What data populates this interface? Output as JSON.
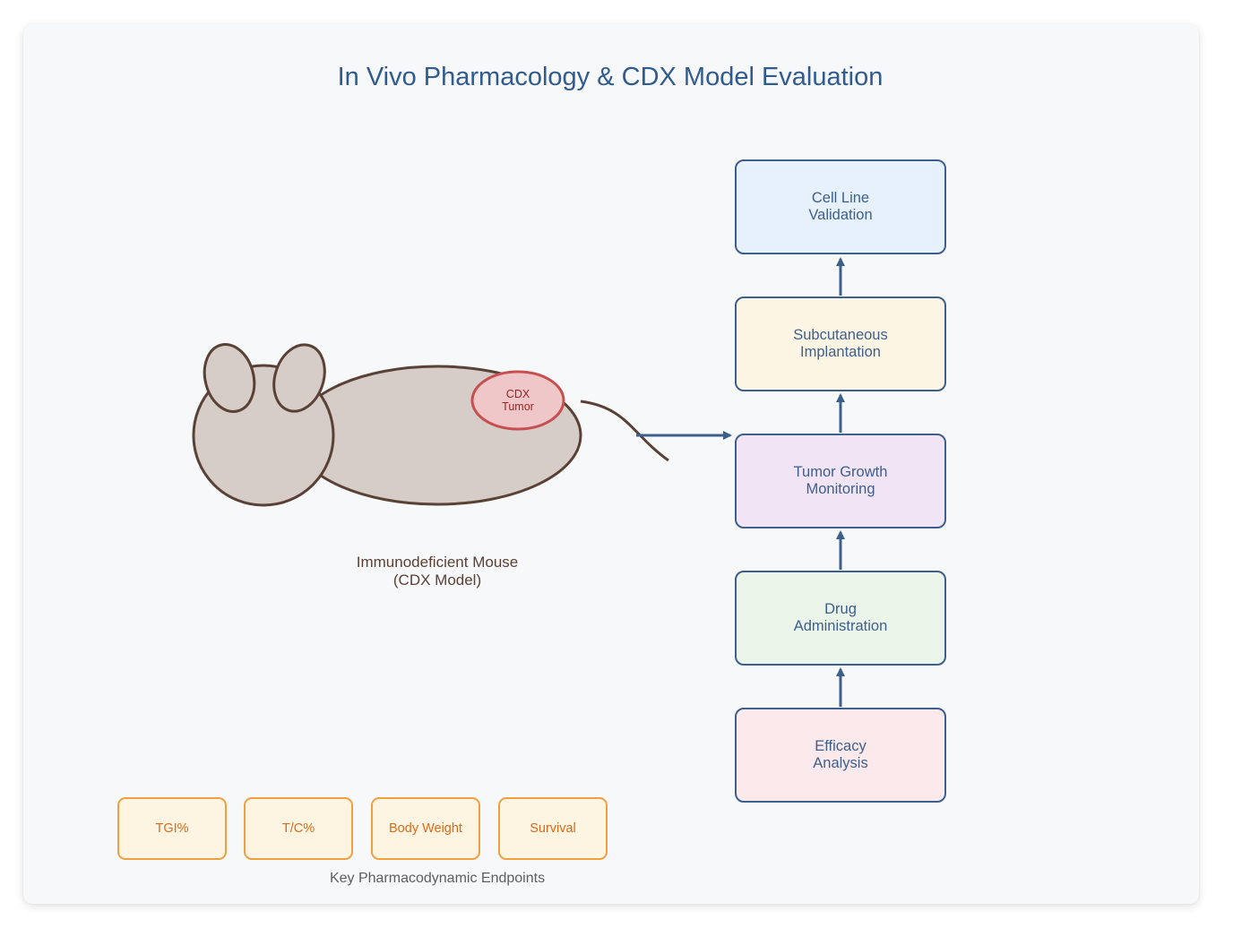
{
  "title": "In Vivo Pharmacology & CDX Model Evaluation",
  "mouse": {
    "tumor_label_line1": "CDX",
    "tumor_label_line2": "Tumor",
    "label": "Immunodeficient Mouse\n(CDX Model)"
  },
  "workflow": {
    "steps": [
      {
        "label": "Cell Line\nValidation",
        "color": "#e6f1fb"
      },
      {
        "label": "Subcutaneous\nImplantation",
        "color": "#fdf5e3"
      },
      {
        "label": "Tumor Growth\nMonitoring",
        "color": "#f1e5f5"
      },
      {
        "label": "Drug\nAdministration",
        "color": "#eaf4e8"
      },
      {
        "label": "Efficacy\nAnalysis",
        "color": "#fbe9eb"
      }
    ]
  },
  "endpoints": {
    "items": [
      "TGI%",
      "T/C%",
      "Body Weight",
      "Survival"
    ],
    "caption": "Key Pharmacodynamic Endpoints"
  },
  "colors": {
    "accent": "#3d5f8c",
    "endpoint_border": "#f0a040",
    "endpoint_text": "#dc6a18",
    "mouse_fill": "#d6ccc8",
    "mouse_outline": "#5a4136",
    "tumor_fill": "#efc7c8",
    "tumor_outline": "#c84f4f"
  }
}
